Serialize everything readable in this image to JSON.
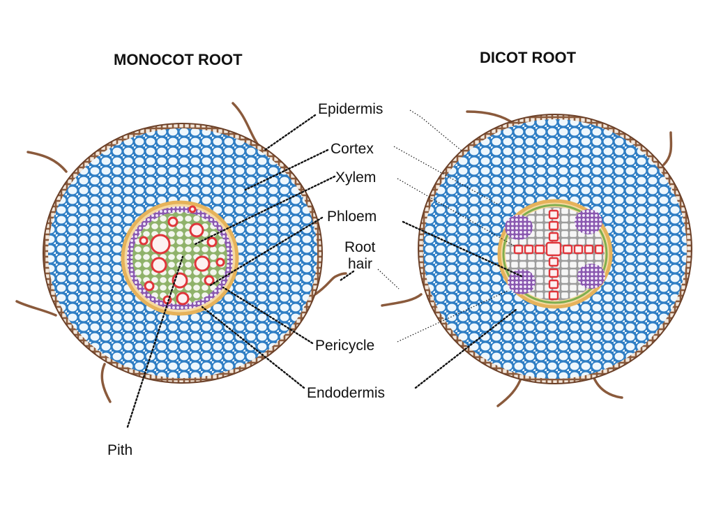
{
  "headings": {
    "monocot": "MONOCOT ROOT",
    "dicot": "DICOT ROOT"
  },
  "labels": {
    "epidermis": "Epidermis",
    "cortex": "Cortex",
    "xylem": "Xylem",
    "phloem": "Phloem",
    "root_hair_line1": "Root",
    "root_hair_line2": "hair",
    "pericycle": "Pericycle",
    "endodermis": "Endodermis",
    "pith": "Pith"
  },
  "colors": {
    "epidermis": "#8a5a3c",
    "cortex_fill": "#2f7ec4",
    "cortex_cells": "#dceefb",
    "endodermis": "#e6b25a",
    "pericycle": "#7fae4f",
    "xylem": "#e0353a",
    "phloem": "#8a58b0",
    "pith": "#cfcfcf",
    "root_hair": "#8a5a3c"
  }
}
